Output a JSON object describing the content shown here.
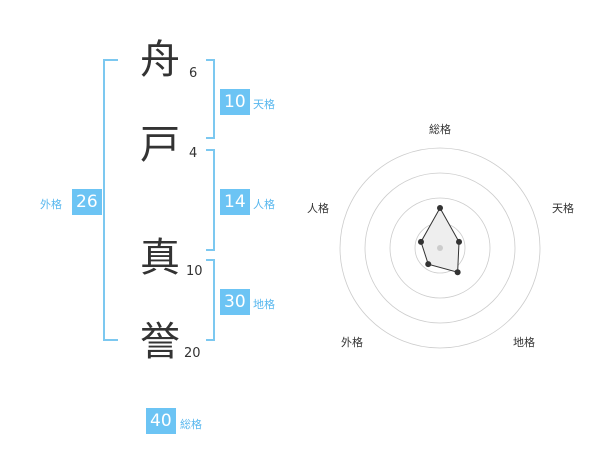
{
  "name": {
    "chars": [
      {
        "char": "舟",
        "strokes": "6"
      },
      {
        "char": "戸",
        "strokes": "4"
      },
      {
        "char": "真",
        "strokes": "10"
      },
      {
        "char": "誉",
        "strokes": "20"
      }
    ]
  },
  "fortunes": {
    "tenkaku": {
      "value": "10",
      "label": "天格"
    },
    "jinkaku": {
      "value": "14",
      "label": "人格"
    },
    "chikaku": {
      "value": "30",
      "label": "地格"
    },
    "gaikaku": {
      "value": "26",
      "label": "外格"
    },
    "soukaku": {
      "value": "40",
      "label": "総格"
    }
  },
  "radar": {
    "axes": [
      "総格",
      "天格",
      "地格",
      "外格",
      "人格"
    ],
    "values": [
      0.4,
      0.2,
      0.3,
      0.2,
      0.2
    ],
    "fill_color": "#eeeeee",
    "line_color": "#333333",
    "ring_color": "#cccccc"
  },
  "colors": {
    "accent": "#6cc4f4",
    "accent_text": "#58b7ee",
    "bracket": "#7cc8f0"
  }
}
